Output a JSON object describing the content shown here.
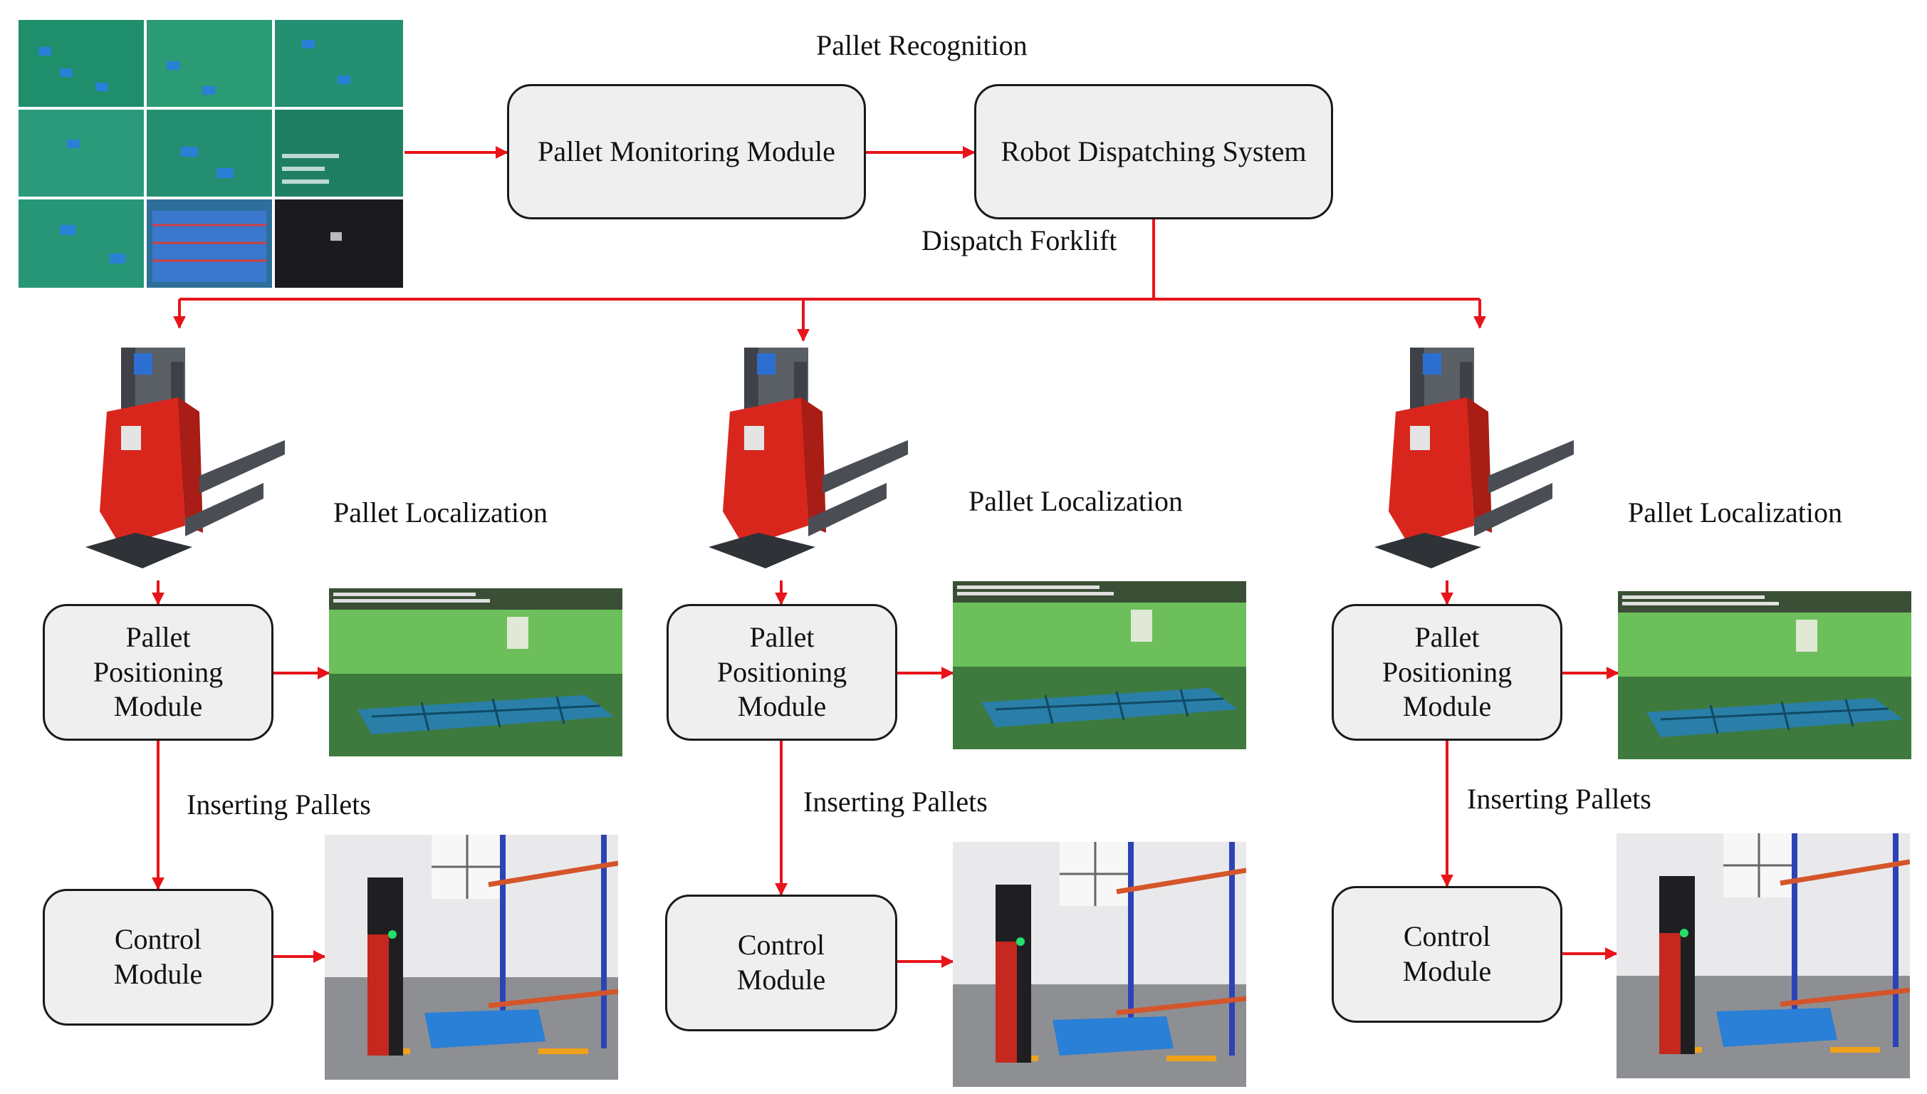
{
  "top": {
    "recognition_label": "Pallet Recognition",
    "monitoring_module": "Pallet Monitoring Module",
    "dispatching_system": "Robot Dispatching System",
    "dispatch_label": "Dispatch Forklift"
  },
  "columns": [
    {
      "localization_label": "Pallet Localization",
      "positioning_module": "Pallet\nPositioning\nModule",
      "inserting_label": "Inserting Pallets",
      "control_module": "Control\nModule"
    },
    {
      "localization_label": "Pallet Localization",
      "positioning_module": "Pallet\nPositioning\nModule",
      "inserting_label": "Inserting Pallets",
      "control_module": "Control\nModule"
    },
    {
      "localization_label": "Pallet Localization",
      "positioning_module": "Pallet\nPositioning\nModule",
      "inserting_label": "Inserting Pallets",
      "control_module": "Control\nModule"
    }
  ],
  "colors": {
    "arrow": "#e8141a",
    "box_fill": "#efefef",
    "box_border": "#1a1a1a",
    "forklift_red": "#d8261c",
    "warehouse_floor": "#1f8f6b",
    "pallet_blue": "#2a7fd6"
  }
}
